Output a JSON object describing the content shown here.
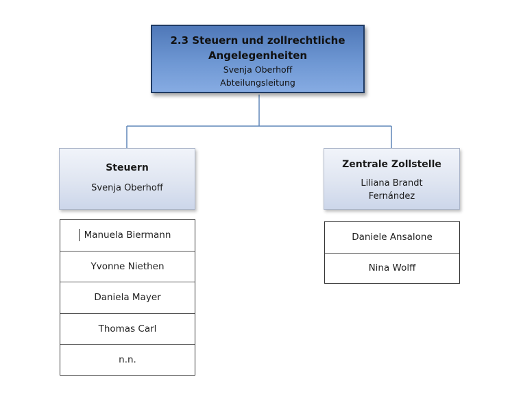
{
  "top": {
    "title": "2.3 Steuern und zollrechtliche Angelegenheiten",
    "person": "Svenja Oberhoff",
    "role": "Abteilungsleitung"
  },
  "departments": [
    {
      "title": "Steuern",
      "lead": "Svenja Oberhoff",
      "members": [
        "Manuela Biermann",
        "Yvonne Niethen",
        "Daniela Mayer",
        "Thomas Carl",
        "n.n."
      ]
    },
    {
      "title": "Zentrale Zollstelle",
      "lead": "Liliana Brandt Fernández",
      "members": [
        "Daniele Ansalone",
        "Nina Wolff"
      ]
    }
  ],
  "colors": {
    "top_box": "#6e97d3",
    "top_border": "#1f3a63",
    "dept_box": "#dfe5f1",
    "connector": "#5f86b8"
  }
}
